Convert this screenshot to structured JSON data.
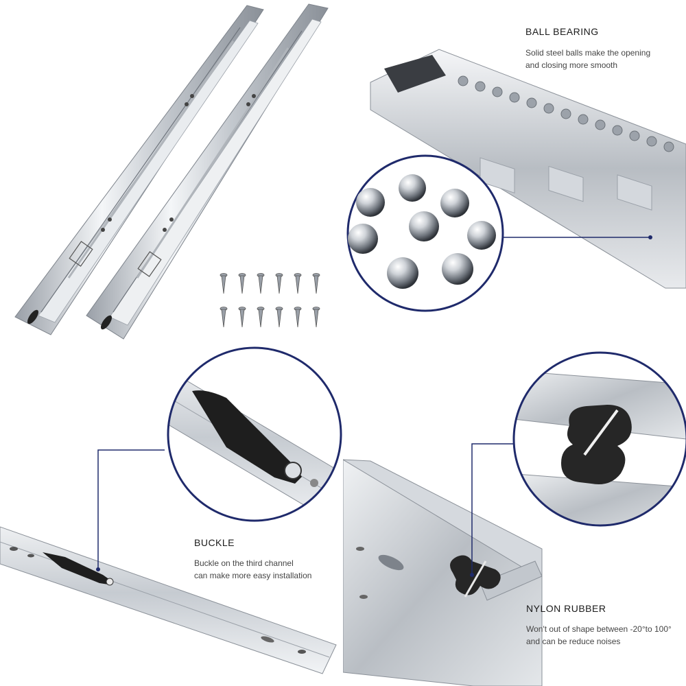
{
  "features": {
    "ball_bearing": {
      "title": "BALL BEARING",
      "desc_line1": "Solid steel balls make the opening",
      "desc_line2": "and closing more smooth"
    },
    "buckle": {
      "title": "BUCKLE",
      "desc_line1": "Buckle on the third channel",
      "desc_line2": "can make more easy installation"
    },
    "nylon_rubber": {
      "title": "NYLON RUBBER",
      "desc_line1": "Won't out of shape between -20°to 100°",
      "desc_line2": "and can be reduce noises"
    }
  },
  "colors": {
    "accent_navy": "#1f2a6b",
    "steel": "#c8ccd2",
    "black_part": "#1e1e1e"
  },
  "icons": {
    "screws": "screw-icon",
    "balls": "steel-ball"
  }
}
